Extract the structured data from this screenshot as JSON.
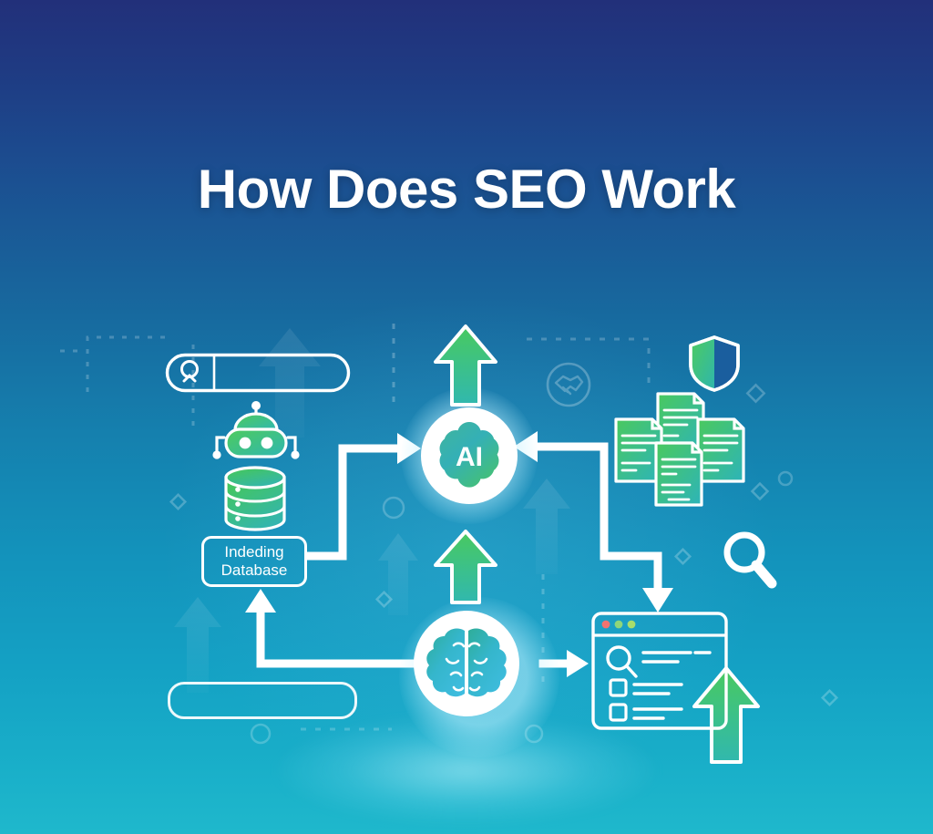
{
  "page": {
    "title": "How Does SEO Work",
    "background_top_color": "#22307a",
    "background_bottom_color": "#1fb8cc",
    "accent_green": "#3cc36a",
    "accent_teal": "#2bb3b0",
    "outline_color": "#ffffff"
  },
  "diagram": {
    "nodes": {
      "search_bar": {
        "name": "search-bar",
        "icon": "search-icon"
      },
      "robot": {
        "name": "robot-crawler-icon"
      },
      "database": {
        "name": "database-icon"
      },
      "database_label": {
        "text": "Indeding\nDatabase"
      },
      "ai_core": {
        "label": "AI",
        "icon": "ai-blossom-icon"
      },
      "brain": {
        "name": "brain-icon"
      },
      "documents": {
        "name": "documents-stack-icon",
        "count": 4
      },
      "shield": {
        "name": "shield-icon"
      },
      "handshake": {
        "name": "handshake-icon"
      },
      "magnifier": {
        "name": "magnifier-icon"
      },
      "browser": {
        "name": "browser-window",
        "dots": [
          "#f2736f",
          "#8fd67a",
          "#a9dd6b"
        ]
      },
      "empty_pill": {
        "name": "empty-pill-bar"
      }
    },
    "arrows": {
      "up_top": "growth-arrow-up-top",
      "up_middle": "growth-arrow-up-middle",
      "up_bottom": "growth-arrow-up-bottom",
      "db_to_ai": "connector-database-to-ai",
      "docs_to_ai": "connector-documents-to-ai",
      "docs_to_browser": "connector-documents-to-browser",
      "brain_to_browser": "connector-brain-to-browser",
      "browser_to_database": "connector-return-to-database"
    }
  }
}
